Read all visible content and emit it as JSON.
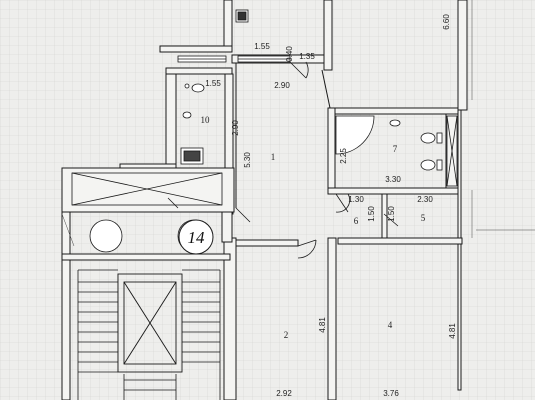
{
  "plan": {
    "apartment_number": "14",
    "rooms": [
      {
        "id": "1",
        "label": "1"
      },
      {
        "id": "2",
        "label": "2"
      },
      {
        "id": "4",
        "label": "4"
      },
      {
        "id": "5",
        "label": "5"
      },
      {
        "id": "6",
        "label": "6"
      },
      {
        "id": "7",
        "label": "7"
      },
      {
        "id": "10",
        "label": "10"
      }
    ],
    "dimensions": {
      "d_6_60": "6.60",
      "d_1_55_top": "1.55",
      "d_0_40": "0.40",
      "d_1_35": "1.35",
      "d_1_55_bath": "1.55",
      "d_2_90_h": "2.90",
      "d_2_90_v": "2.90",
      "d_5_30": "5.30",
      "d_2_25": "2.25",
      "d_3_30": "3.30",
      "d_1_30": "1.30",
      "d_1_50_a": "1.50",
      "d_1_50_b": "1.50",
      "d_2_30": "2.30",
      "d_4_81_left": "4.81",
      "d_4_81_right": "4.81",
      "d_2_92": "2.92",
      "d_3_76": "3.76"
    }
  }
}
